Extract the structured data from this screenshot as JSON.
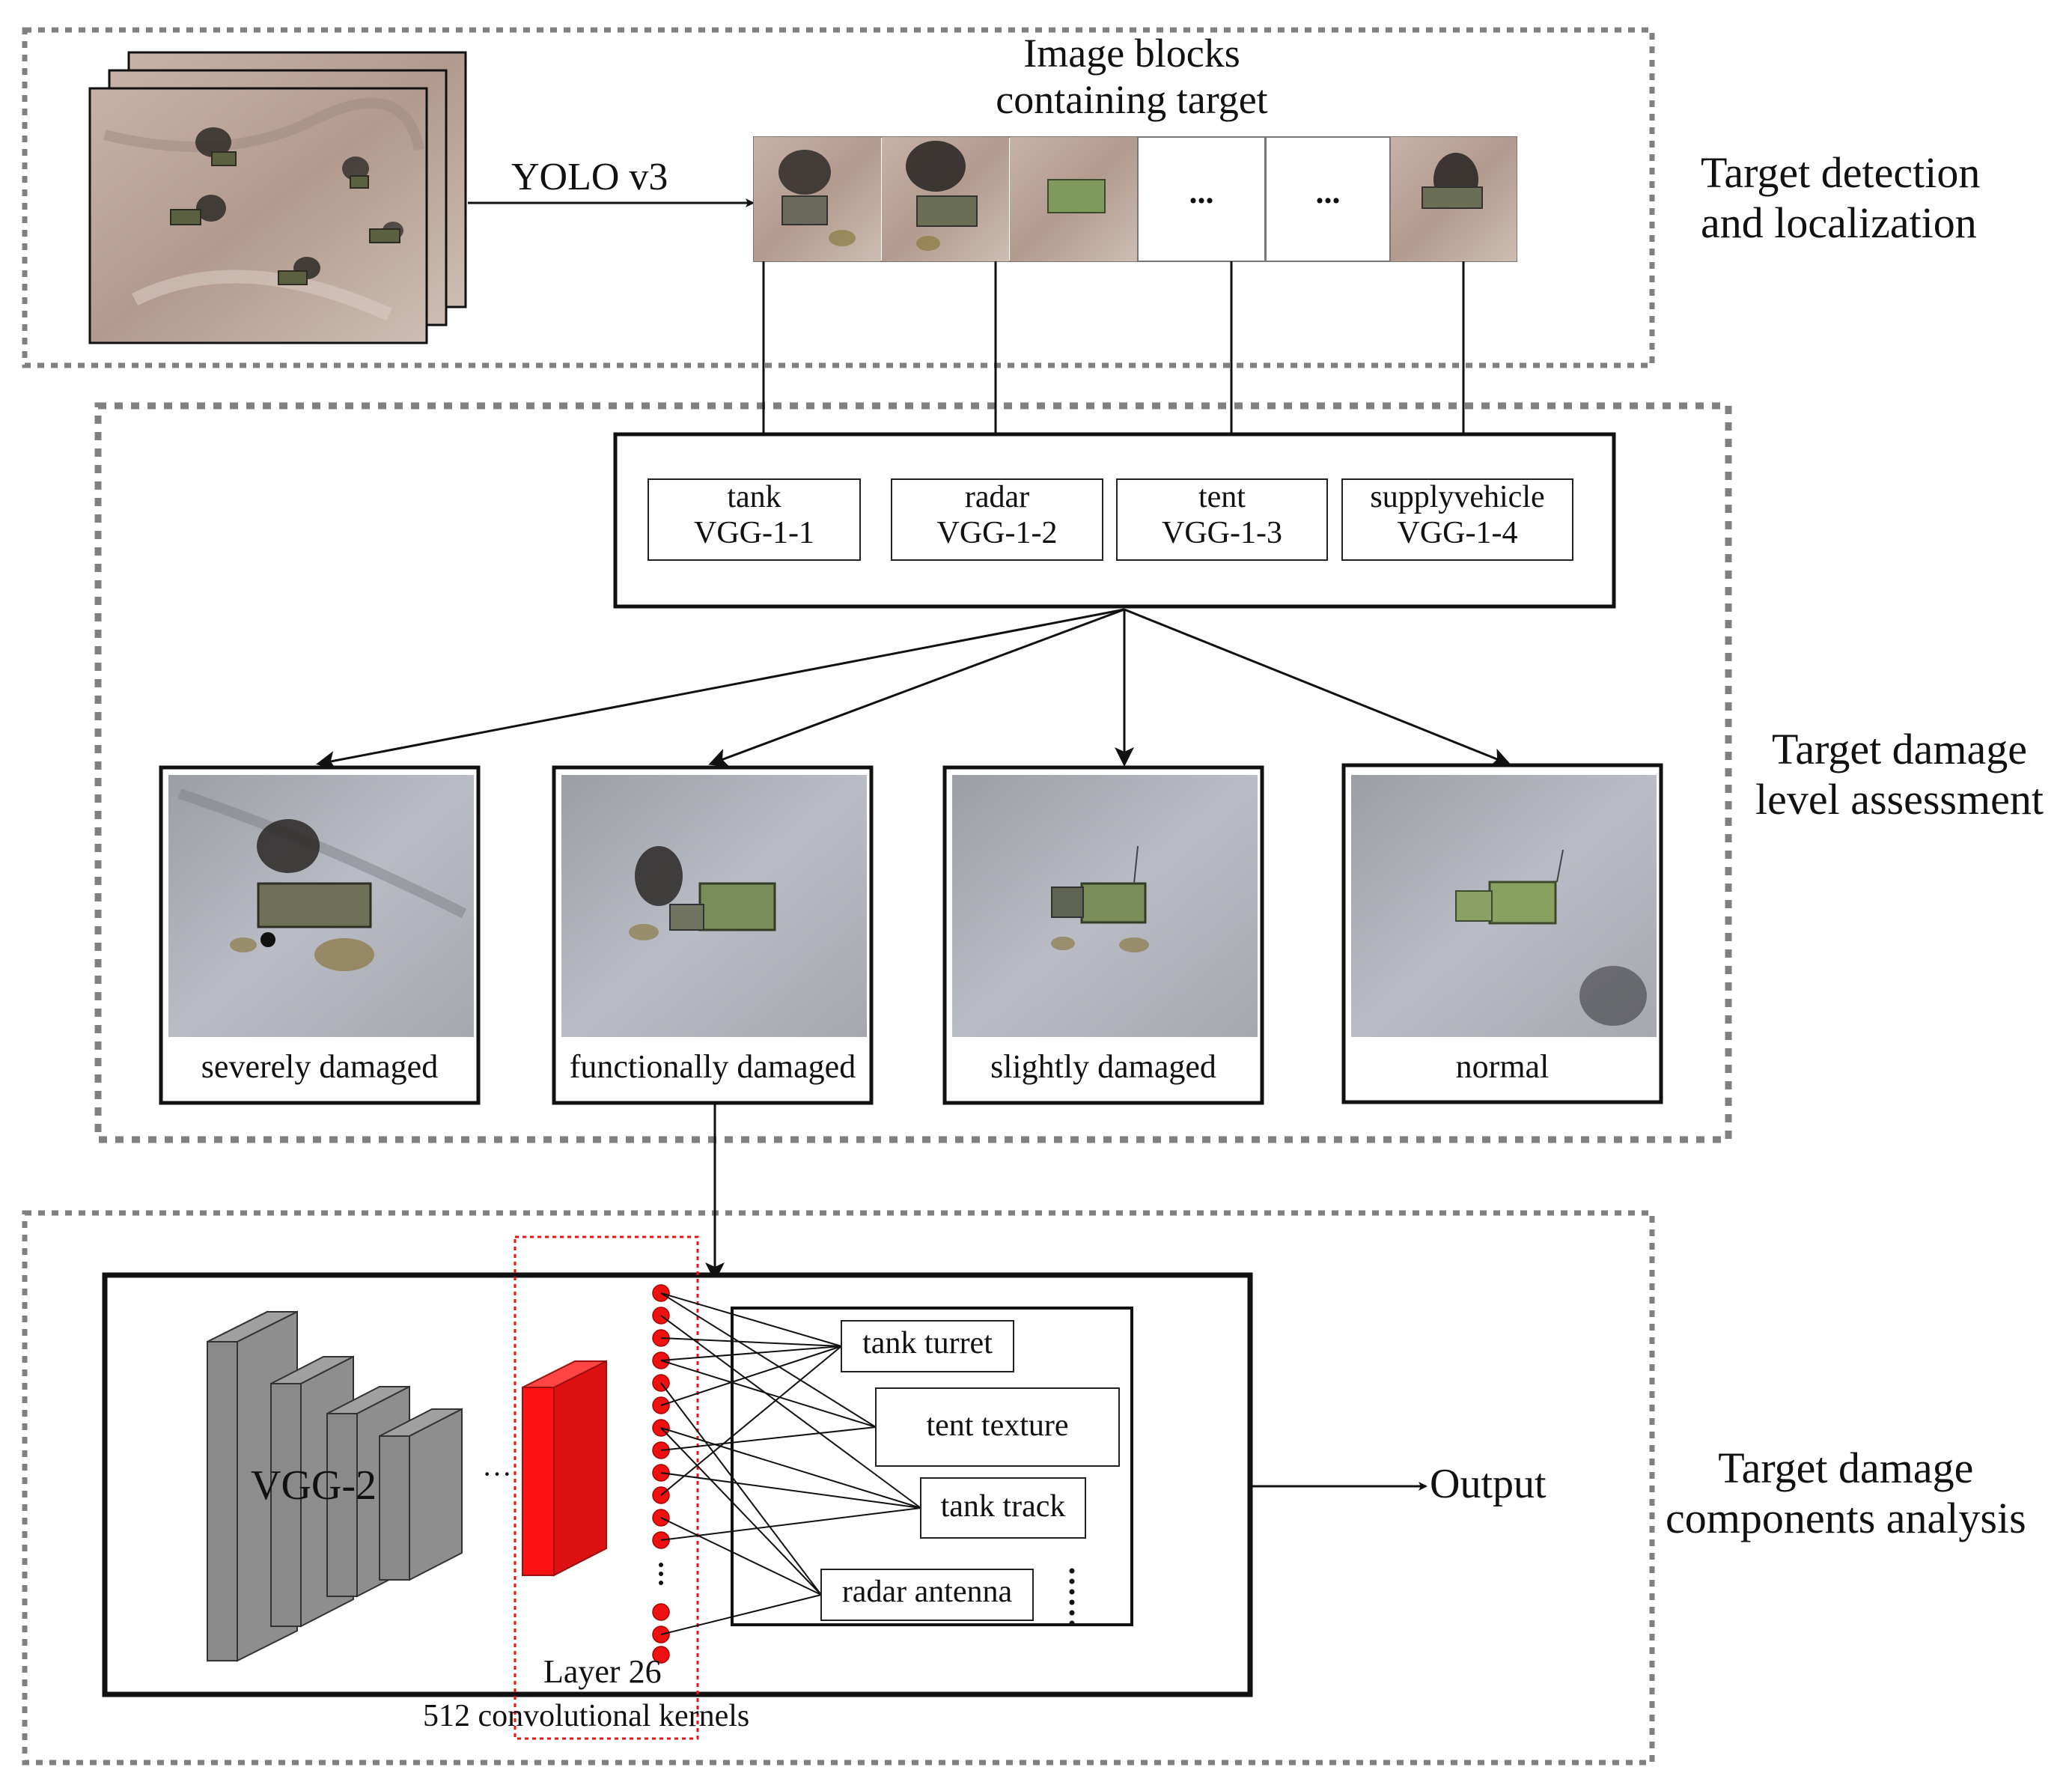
{
  "stages": [
    {
      "title_line1": "Target detection",
      "title_line2": "and localization"
    },
    {
      "title_line1": "Target damage",
      "title_line2": "level assessment"
    },
    {
      "title_line1": "Target damage",
      "title_line2": "components analysis"
    }
  ],
  "detection": {
    "method": "YOLO  v3",
    "blocks_label_line1": "Image blocks",
    "blocks_label_line2": "containing target",
    "ellipsis": "..."
  },
  "classifiers": [
    {
      "target": "tank",
      "model": "VGG-1-1"
    },
    {
      "target": "radar",
      "model": "VGG-1-2"
    },
    {
      "target": "tent",
      "model": "VGG-1-3"
    },
    {
      "target": "supplyvehicle",
      "model": "VGG-1-4"
    }
  ],
  "damage_levels": [
    {
      "label": "severely damaged"
    },
    {
      "label": "functionally damaged"
    },
    {
      "label": "slightly damaged"
    },
    {
      "label": "normal"
    }
  ],
  "components": {
    "network": "VGG-2",
    "ellipsis": "···",
    "layer_label": "Layer 26",
    "kernels_label": "512 convolutional kernels",
    "output_label": "Output",
    "parts": [
      "tank turret",
      "tent texture",
      "tank track",
      "radar antenna"
    ]
  },
  "colors": {
    "dotted_border": "#808080",
    "highlight": "#ee1111",
    "cube": "#8c8c8c",
    "terrain": "#b9a89b"
  }
}
